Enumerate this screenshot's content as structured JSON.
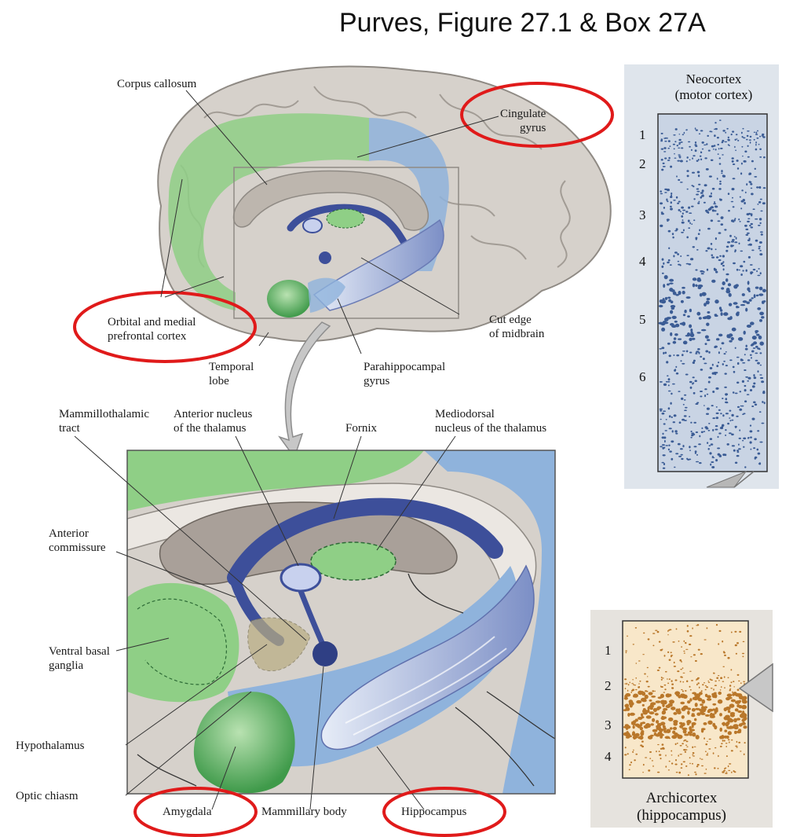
{
  "header": {
    "title": "Purves, Figure 27.1 & Box 27A"
  },
  "top_labels": {
    "corpus_callosum": "Corpus callosum",
    "cingulate_gyrus": "Cingulate\ngyrus",
    "orbital_medial": "Orbital and medial\nprefrontal cortex",
    "temporal_lobe": "Temporal\nlobe",
    "parahippocampal": "Parahippocampal\ngyrus",
    "cut_edge": "Cut edge\nof midbrain"
  },
  "detail_labels": {
    "mammillothalamic": "Mammillothalamic\ntract",
    "anterior_nucleus": "Anterior nucleus\nof the thalamus",
    "fornix": "Fornix",
    "mediodorsal": "Mediodorsal\nnucleus of the thalamus",
    "anterior_commissure": "Anterior\ncommissure",
    "ventral_basal": "Ventral basal\nganglia",
    "hypothalamus": "Hypothalamus",
    "optic_chiasm": "Optic chiasm",
    "amygdala": "Amygdala",
    "mammillary_body": "Mammillary body",
    "hippocampus": "Hippocampus"
  },
  "neocortex_panel": {
    "caption": "Neocortex\n(motor cortex)",
    "layers": [
      "1",
      "2",
      "3",
      "4",
      "5",
      "6"
    ]
  },
  "archicortex_panel": {
    "caption": "Archicortex\n(hippocampus)",
    "layers": [
      "1",
      "2",
      "3",
      "4"
    ]
  },
  "colors": {
    "limbic_green": "#8fcf86",
    "limbic_blue": "#8fb3dc",
    "dark_blue": "#3d4f9a",
    "brain_gray": "#d6d1cb",
    "highlight_red": "#e01a1a",
    "neocortex_bg": "#c9d4e4",
    "neocortex_cells": "#3b5c95",
    "archicortex_bg": "#f8e7c9",
    "archicortex_cells": "#b9772a"
  }
}
